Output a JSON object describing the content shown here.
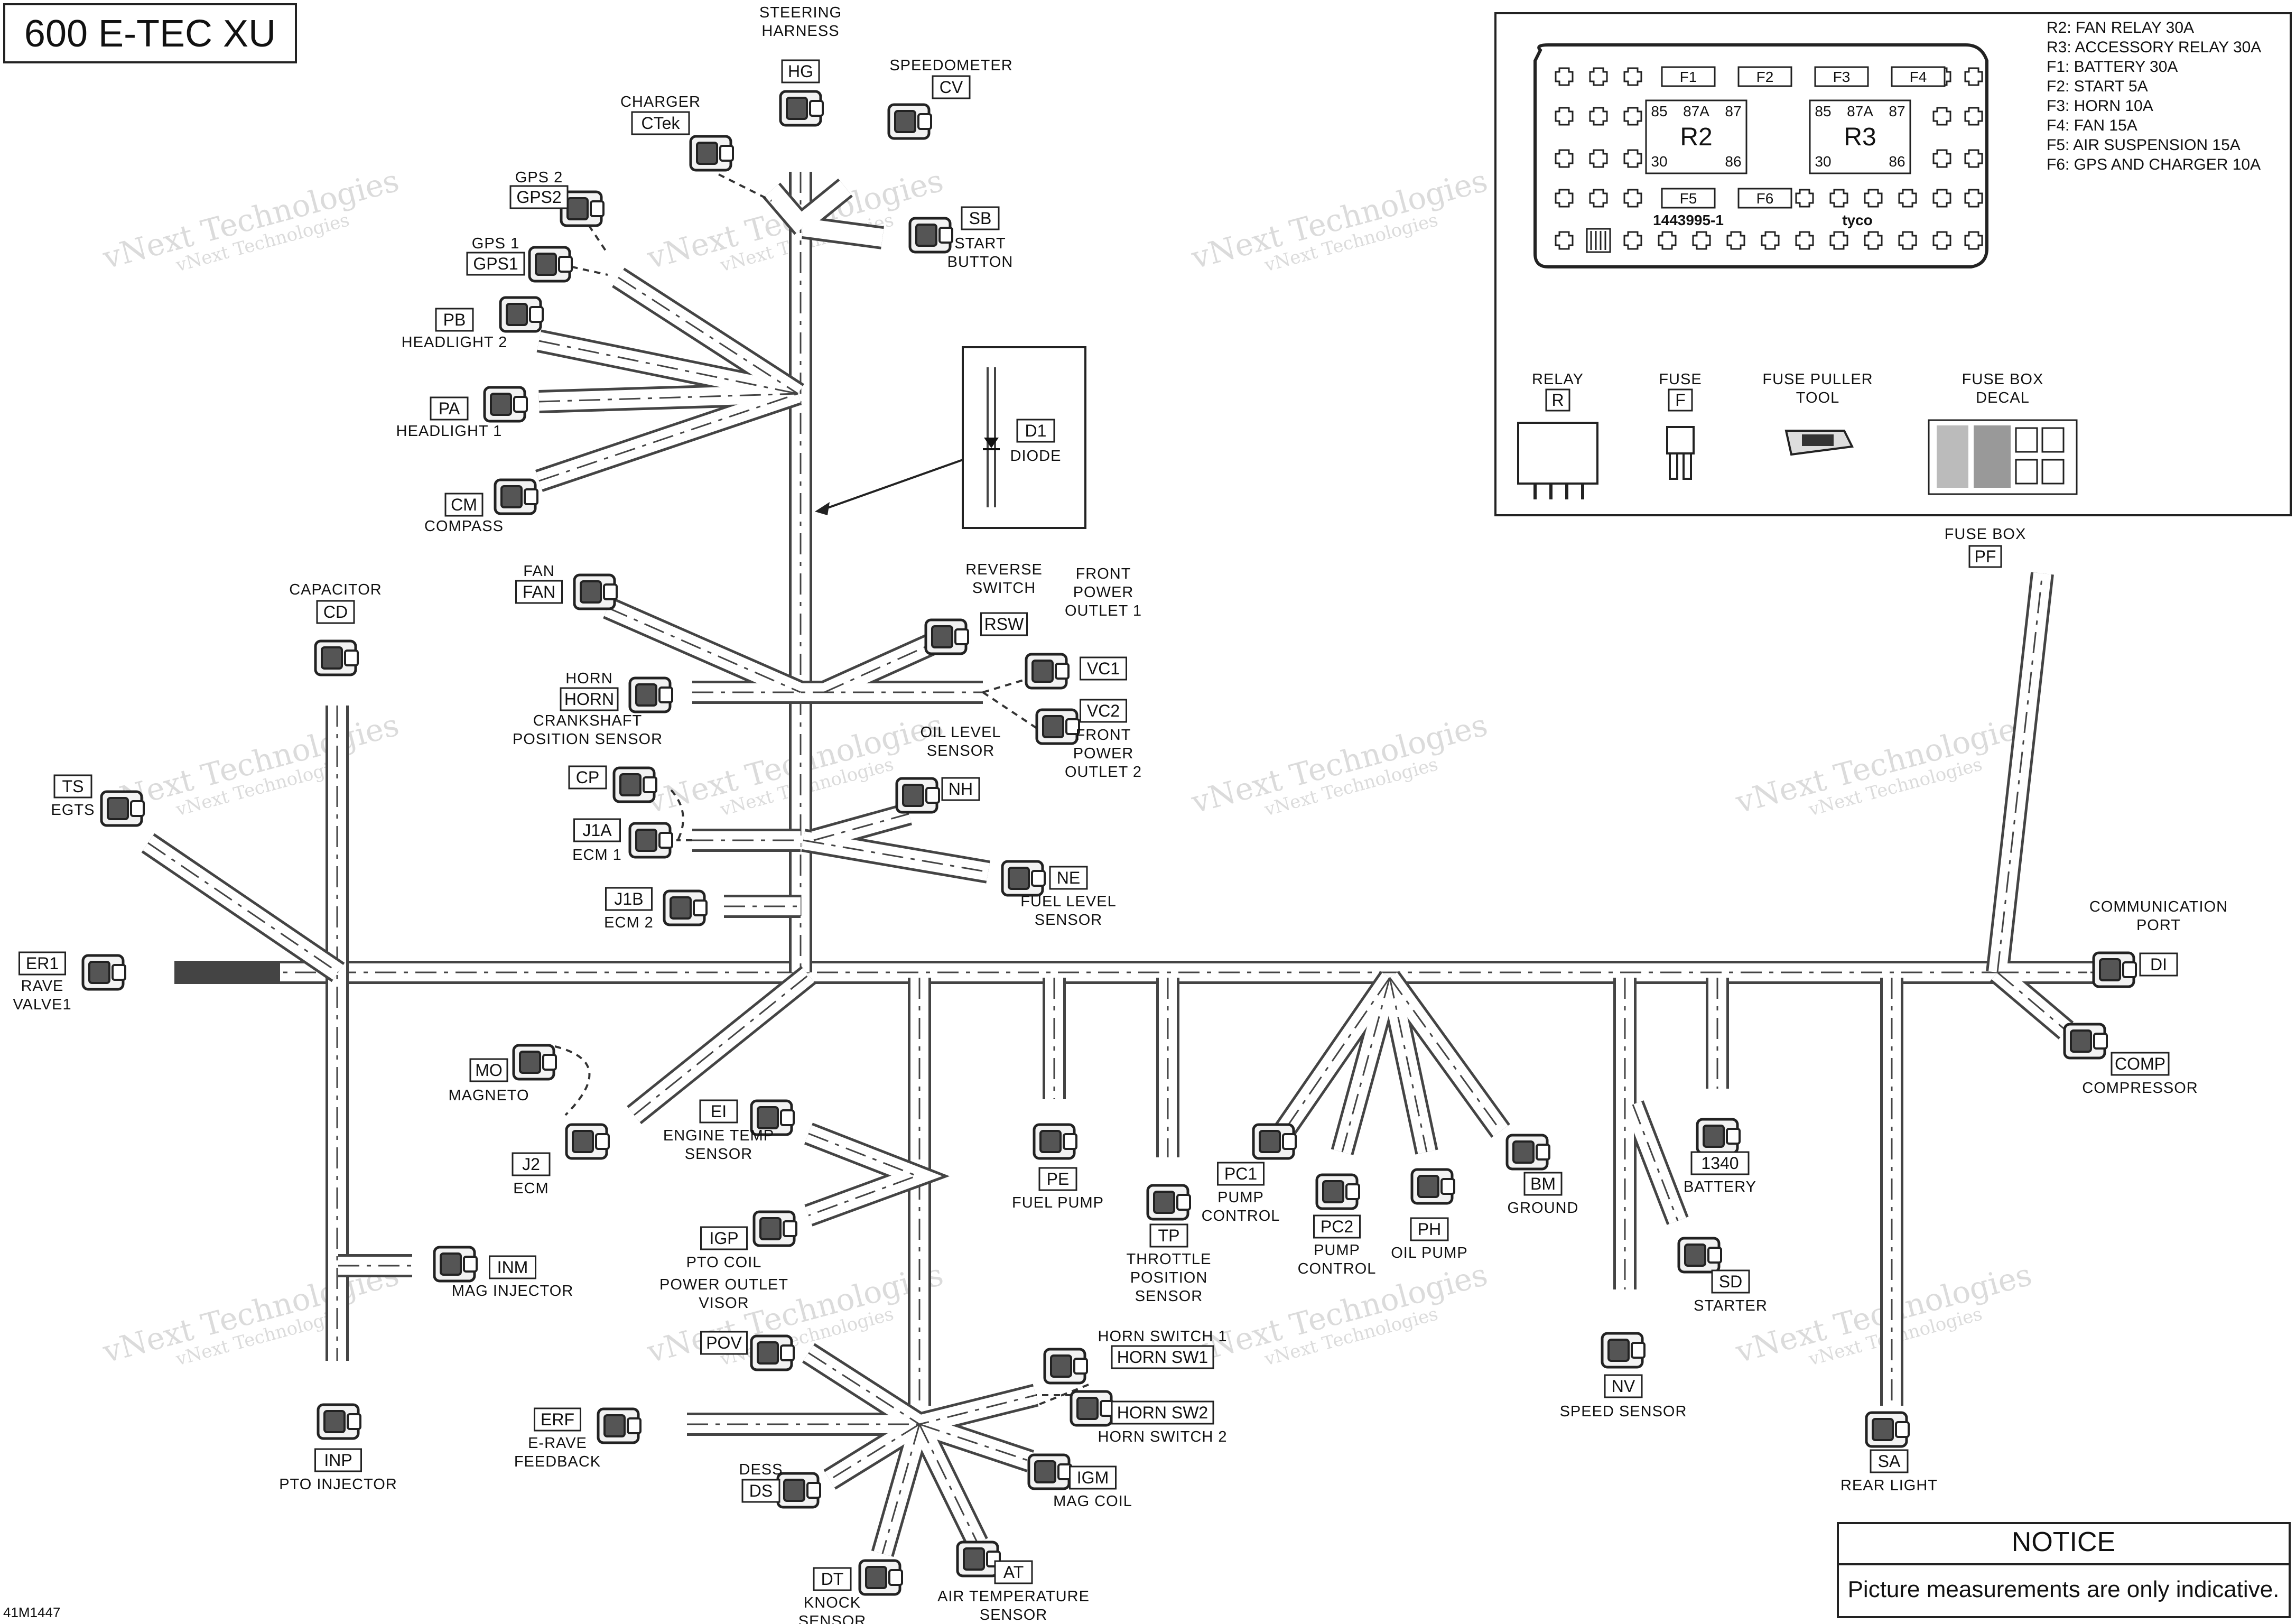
{
  "title": "600 E-TEC XU",
  "figure_id": "41M1447",
  "watermark": [
    "vNext Technologies"
  ],
  "notice": {
    "heading": "NOTICE",
    "text": "Picture measurements are only indicative."
  },
  "fuse_box": {
    "part_number": "1443995-1",
    "brand": "tyco",
    "fuses": [
      "F1",
      "F2",
      "F3",
      "F4",
      "F5",
      "F6"
    ],
    "relays": [
      {
        "name": "R2",
        "pins": [
          "85",
          "87A",
          "87",
          "30",
          "86"
        ]
      },
      {
        "name": "R3",
        "pins": [
          "85",
          "87A",
          "87",
          "30",
          "86"
        ]
      }
    ],
    "legend": [
      "R2: FAN RELAY 30A",
      "R3: ACCESSORY RELAY 30A",
      "F1: BATTERY 30A",
      "F2: START 5A",
      "F3: HORN 10A",
      "F4: FAN 15A",
      "F5: AIR SUSPENSION 15A",
      "F6: GPS AND CHARGER 10A"
    ],
    "parts": [
      {
        "name": "RELAY",
        "code": "R"
      },
      {
        "name": "FUSE",
        "code": "F"
      },
      {
        "name": "FUSE PULLER\nTOOL",
        "code": ""
      },
      {
        "name": "FUSE BOX\nDECAL",
        "code": ""
      }
    ],
    "label": {
      "name": "FUSE BOX",
      "code": "PF"
    }
  },
  "components": [
    {
      "code": "HG",
      "name": "STEERING\nHARNESS"
    },
    {
      "code": "CV",
      "name": "SPEEDOMETER"
    },
    {
      "code": "CTek",
      "name": "CHARGER"
    },
    {
      "code": "GPS2",
      "name": "GPS 2"
    },
    {
      "code": "GPS1",
      "name": "GPS 1"
    },
    {
      "code": "SB",
      "name": "START\nBUTTON"
    },
    {
      "code": "PB",
      "name": "HEADLIGHT 2"
    },
    {
      "code": "PA",
      "name": "HEADLIGHT 1"
    },
    {
      "code": "CM",
      "name": "COMPASS"
    },
    {
      "code": "D1",
      "name": "DIODE"
    },
    {
      "code": "FAN",
      "name": "FAN"
    },
    {
      "code": "RSW",
      "name": "REVERSE\nSWITCH"
    },
    {
      "code": "VC1",
      "name": "FRONT\nPOWER\nOUTLET 1"
    },
    {
      "code": "VC2",
      "name": "FRONT\nPOWER\nOUTLET 2"
    },
    {
      "code": "HORN",
      "name": "HORN"
    },
    {
      "code": "CP",
      "name": "CRANKSHAFT\nPOSITION SENSOR"
    },
    {
      "code": "NH",
      "name": "OIL LEVEL\nSENSOR"
    },
    {
      "code": "J1A",
      "name": "ECM 1"
    },
    {
      "code": "NE",
      "name": "FUEL LEVEL\nSENSOR"
    },
    {
      "code": "J1B",
      "name": "ECM 2"
    },
    {
      "code": "CD",
      "name": "CAPACITOR"
    },
    {
      "code": "TS",
      "name": "EGTS"
    },
    {
      "code": "ER1",
      "name": "RAVE\nVALVE1"
    },
    {
      "code": "DI",
      "name": "COMMUNICATION\nPORT"
    },
    {
      "code": "COMP",
      "name": "COMPRESSOR"
    },
    {
      "code": "MO",
      "name": "MAGNETO"
    },
    {
      "code": "J2",
      "name": "ECM"
    },
    {
      "code": "EI",
      "name": "ENGINE TEMP\nSENSOR"
    },
    {
      "code": "IGP",
      "name": "PTO COIL"
    },
    {
      "code": "INM",
      "name": "MAG INJECTOR"
    },
    {
      "code": "PE",
      "name": "FUEL PUMP"
    },
    {
      "code": "TP",
      "name": "THROTTLE\nPOSITION\nSENSOR"
    },
    {
      "code": "PC1",
      "name": "PUMP\nCONTROL"
    },
    {
      "code": "PC2",
      "name": "PUMP\nCONTROL"
    },
    {
      "code": "PH",
      "name": "OIL PUMP"
    },
    {
      "code": "BM",
      "name": "GROUND"
    },
    {
      "code": "1340",
      "name": "BATTERY"
    },
    {
      "code": "SD",
      "name": "STARTER"
    },
    {
      "code": "NV",
      "name": "SPEED SENSOR"
    },
    {
      "code": "SA",
      "name": "REAR LIGHT"
    },
    {
      "code": "POV",
      "name": "POWER OUTLET\nVISOR"
    },
    {
      "code": "HORN SW1",
      "name": "HORN SWITCH 1"
    },
    {
      "code": "HORN SW2",
      "name": "HORN SWITCH 2"
    },
    {
      "code": "ERF",
      "name": "E-RAVE\nFEEDBACK"
    },
    {
      "code": "DS",
      "name": "DESS"
    },
    {
      "code": "IGM",
      "name": "MAG COIL"
    },
    {
      "code": "INP",
      "name": "PTO INJECTOR"
    },
    {
      "code": "DT",
      "name": "KNOCK\nSENSOR"
    },
    {
      "code": "AT",
      "name": "AIR TEMPERATURE\nSENSOR"
    }
  ]
}
